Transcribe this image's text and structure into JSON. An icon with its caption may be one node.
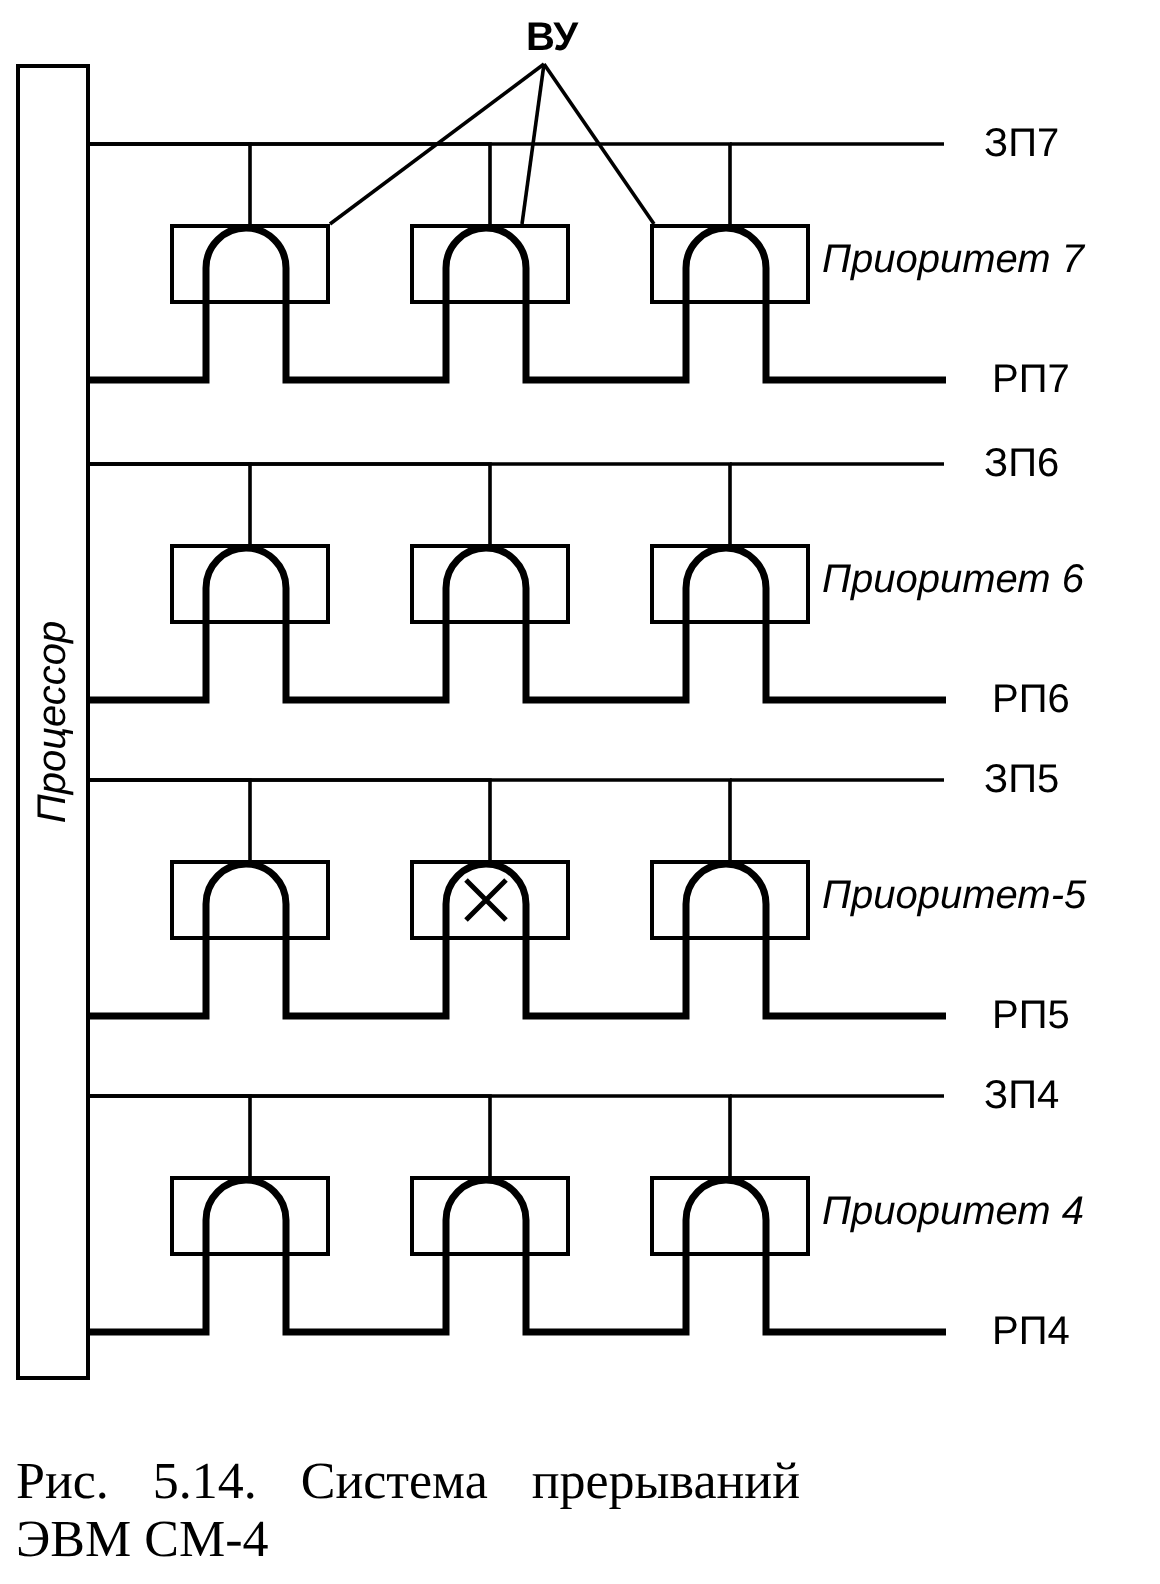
{
  "diagram": {
    "caption": "Рис. 5.14. Система прерываний ЭВМ СМ-4",
    "nodes": [
      {
        "text": [
          "ВУ"
        ]
      },
      {
        "text": [
          "Процессор"
        ]
      },
      {
        "text": [],
        "shape": "box"
      },
      {
        "text": [],
        "shape": "box"
      },
      {
        "text": [],
        "shape": "box"
      },
      {
        "text": [],
        "shape": "box"
      },
      {
        "text": [],
        "shape": "box"
      },
      {
        "text": [],
        "shape": "box"
      },
      {
        "text": [],
        "shape": "box"
      },
      {
        "text": [],
        "shape": "box"
      },
      {
        "text": [],
        "shape": "box"
      },
      {
        "text": [],
        "shape": "box"
      },
      {
        "text": [],
        "shape": "box"
      },
      {
        "text": [],
        "shape": "box"
      }
    ],
    "edges": [
      {
        "from": 0,
        "to": 2,
        "arrow": "none"
      },
      {
        "from": 0,
        "to": 3,
        "arrow": "none"
      },
      {
        "from": 0,
        "to": 4,
        "arrow": "none"
      },
      {
        "from": 2,
        "to": 1,
        "arrow": "none"
      },
      {
        "from": 3,
        "to": 1,
        "arrow": "none"
      },
      {
        "from": 4,
        "to": 1,
        "arrow": "none"
      },
      {
        "from": 1,
        "to": 2,
        "arrow": "none"
      },
      {
        "from": 2,
        "to": 3,
        "arrow": "none"
      },
      {
        "from": 3,
        "to": 4,
        "arrow": "none"
      },
      {
        "from": 4,
        "to": null,
        "arrow": "none"
      },
      {
        "from": 5,
        "to": 1,
        "arrow": "none"
      },
      {
        "from": 6,
        "to": 1,
        "arrow": "none"
      },
      {
        "from": 7,
        "to": 1,
        "arrow": "none"
      },
      {
        "from": 1,
        "to": 5,
        "arrow": "none"
      },
      {
        "from": 5,
        "to": 6,
        "arrow": "none"
      },
      {
        "from": 6,
        "to": 7,
        "arrow": "none"
      },
      {
        "from": 7,
        "to": null,
        "arrow": "none"
      },
      {
        "from": 8,
        "to": 1,
        "arrow": "none"
      },
      {
        "from": 9,
        "to": 1,
        "arrow": "none"
      },
      {
        "from": 10,
        "to": 1,
        "arrow": "none"
      },
      {
        "from": 1,
        "to": 8,
        "arrow": "none"
      },
      {
        "from": 8,
        "to": 9,
        "arrow": "none"
      },
      {
        "from": 9,
        "to": 10,
        "arrow": "none"
      },
      {
        "from": 10,
        "to": null,
        "arrow": "none"
      },
      {
        "from": 11,
        "to": 1,
        "arrow": "none"
      },
      {
        "from": 12,
        "to": 1,
        "arrow": "none"
      },
      {
        "from": 13,
        "to": 1,
        "arrow": "none"
      },
      {
        "from": 1,
        "to": 11,
        "arrow": "none"
      },
      {
        "from": 11,
        "to": 12,
        "arrow": "none"
      },
      {
        "from": 12,
        "to": 13,
        "arrow": "none"
      },
      {
        "from": 13,
        "to": null,
        "arrow": "none"
      }
    ],
    "labels": [
      "ЗП7",
      "Приоритет 7",
      "РП7",
      "ЗП6",
      "Приоритет 6",
      "РП6",
      "ЗП5",
      "Приоритет-5",
      "РП5",
      "ЗП4",
      "Приоритет 4",
      "РП4"
    ]
  }
}
